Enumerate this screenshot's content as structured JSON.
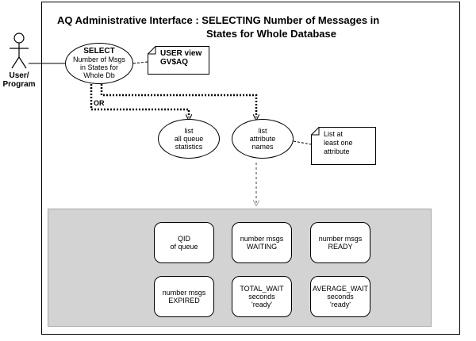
{
  "title": {
    "line1": "AQ Administrative Interface : SELECTING Number of Messages in",
    "line2": "States for Whole Database"
  },
  "actor": {
    "label_line1": "User/",
    "label_line2": "Program"
  },
  "select_oval": {
    "line1": "SELECT",
    "line2": "Number of Msgs",
    "line3": "in States for",
    "line4": "Whole Db"
  },
  "note_user": {
    "line1": "USER view",
    "line2": "GV$AQ"
  },
  "or_label": "OR",
  "list_stats": {
    "line1": "list",
    "line2": "all queue",
    "line3": "statistics"
  },
  "list_attr": {
    "line1": "list",
    "line2": "attribute",
    "line3": "names"
  },
  "note_list": {
    "line1": "List at",
    "line2": "least one",
    "line3": "attribute"
  },
  "attributes": [
    {
      "line1": "QID",
      "line2": "of queue",
      "line3": ""
    },
    {
      "line1": "number msgs",
      "line2": "WAITING",
      "line3": ""
    },
    {
      "line1": "number msgs",
      "line2": "READY",
      "line3": ""
    },
    {
      "line1": "number msgs",
      "line2": "EXPIRED",
      "line3": ""
    },
    {
      "line1": "TOTAL_WAIT",
      "line2": "seconds",
      "line3": "'ready'"
    },
    {
      "line1": "AVERAGE_WAIT",
      "line2": "seconds",
      "line3": "'ready'"
    }
  ],
  "colors": {
    "panel": "#d3d3d3",
    "gray_arrow": "#a0a0a0"
  }
}
